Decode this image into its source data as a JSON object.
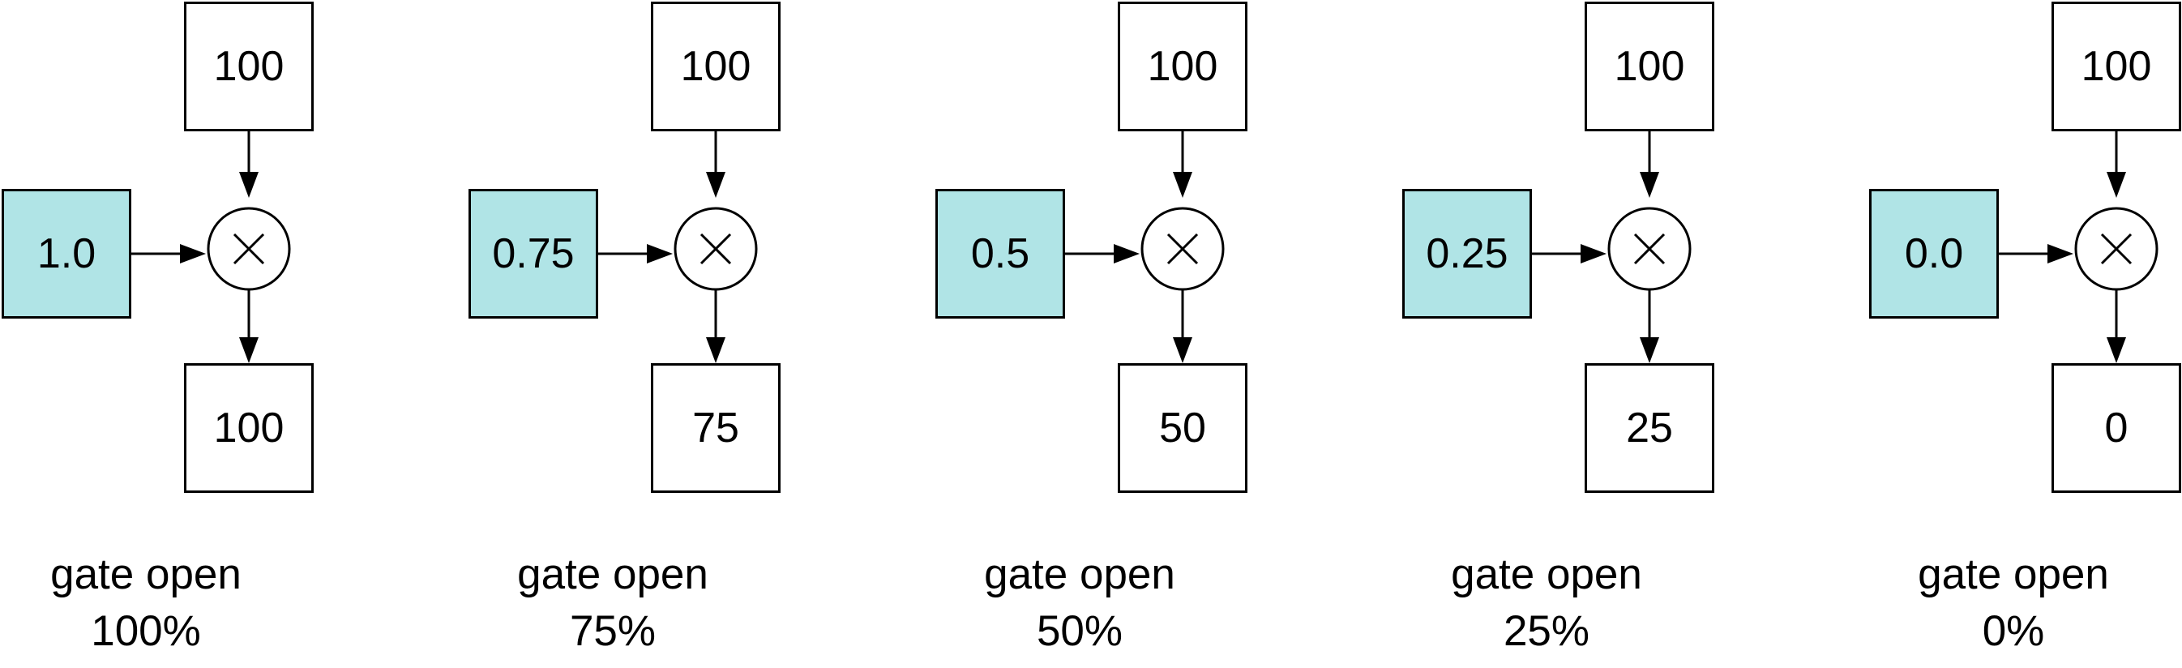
{
  "accent_color": "#b0e4e6",
  "panels": [
    {
      "gate": "1.0",
      "input": "100",
      "output": "100",
      "caption_line1": "gate open",
      "caption_line2": "100%"
    },
    {
      "gate": "0.75",
      "input": "100",
      "output": "75",
      "caption_line1": "gate open",
      "caption_line2": "75%"
    },
    {
      "gate": "0.5",
      "input": "100",
      "output": "50",
      "caption_line1": "gate open",
      "caption_line2": "50%"
    },
    {
      "gate": "0.25",
      "input": "100",
      "output": "25",
      "caption_line1": "gate open",
      "caption_line2": "25%"
    },
    {
      "gate": "0.0",
      "input": "100",
      "output": "0",
      "caption_line1": "gate open",
      "caption_line2": "0%"
    }
  ]
}
